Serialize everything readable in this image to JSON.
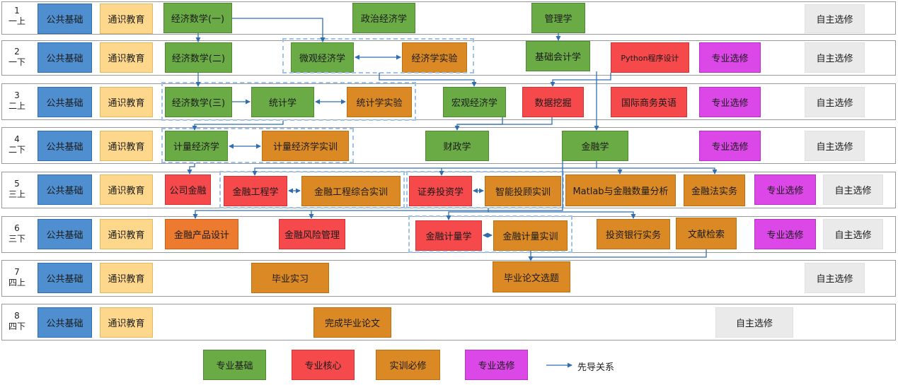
{
  "rows": [
    {
      "num": "1",
      "term": "一上"
    },
    {
      "num": "2",
      "term": "一下"
    },
    {
      "num": "3",
      "term": "二上"
    },
    {
      "num": "4",
      "term": "二下"
    },
    {
      "num": "5",
      "term": "三上"
    },
    {
      "num": "6",
      "term": "三下"
    },
    {
      "num": "7",
      "term": "四上"
    },
    {
      "num": "8",
      "term": "四下"
    }
  ],
  "common": {
    "public": "公共基础",
    "general": "通识教育",
    "elective": "自主选修",
    "major_elective": "专业选修"
  },
  "courses": {
    "econ_math_1": "经济数学(一)",
    "political_econ": "政治经济学",
    "management": "管理学",
    "econ_math_2": "经济数学(二)",
    "micro_econ": "微观经济学",
    "econ_lab": "经济学实验",
    "basic_accounting": "基础会计学",
    "python": "Python程序设计",
    "econ_math_3": "经济数学(三)",
    "statistics": "统计学",
    "stats_lab": "统计学实验",
    "macro_econ": "宏观经济学",
    "data_mining": "数据挖掘",
    "intl_english": "国际商务英语",
    "econometrics": "计量经济学",
    "econometrics_lab": "计量经济学实训",
    "public_finance": "财政学",
    "finance": "金融学",
    "corp_finance": "公司金融",
    "fin_engineering": "金融工程学",
    "fin_eng_lab": "金融工程综合实训",
    "securities": "证券投资学",
    "robo_advisor": "智能投顾实训",
    "matlab": "Matlab与金融数量分析",
    "fin_law": "金融法实务",
    "fin_product": "金融产品设计",
    "fin_risk": "金融风险管理",
    "fin_econometrics": "金融计量学",
    "fin_econ_lab": "金融计量实训",
    "inv_banking": "投资银行实务",
    "lit_search": "文献检索",
    "internship": "毕业实习",
    "thesis_topic": "毕业论文选题",
    "thesis": "完成毕业论文"
  },
  "legend": {
    "basic": "专业基础",
    "core": "专业核心",
    "practice": "实训必修",
    "elective": "专业选修",
    "arrow": "先导关系"
  },
  "colors": {
    "basic": "#6aab45",
    "core": "#f5494c",
    "practice": "#db8924",
    "elective": "#dc47e8",
    "public": "#4f8fcf",
    "general": "#fdd88c",
    "free": "#eaeaea",
    "arrow": "#2f6eb0",
    "dashed": "#9ec3e6"
  }
}
